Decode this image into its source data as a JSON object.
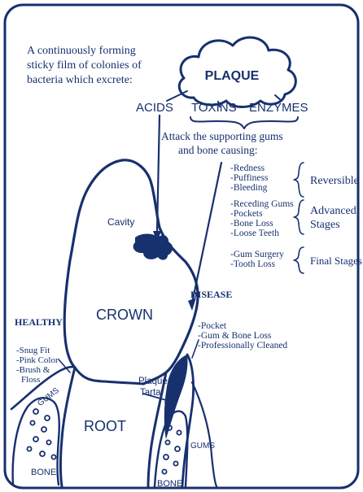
{
  "intro": {
    "line1": "A continuously forming",
    "line2": "sticky film of colonies of",
    "line3": "bacteria which excrete:"
  },
  "plaque": {
    "label": "PLAQUE"
  },
  "products": {
    "acids": "ACIDS",
    "toxins": "TOXINS",
    "enzymes": "ENZYMES"
  },
  "attack": {
    "line1": "Attack the supporting gums",
    "line2": "and bone causing:"
  },
  "reversible": {
    "items": [
      "-Redness",
      "-Puffiness",
      "-Bleeding"
    ],
    "stage": "Reversible"
  },
  "advanced": {
    "items": [
      "-Receding Gums",
      "-Pockets",
      "-Bone Loss",
      "-Loose Teeth"
    ],
    "stage_line1": "Advanced",
    "stage_line2": "Stages"
  },
  "final": {
    "items": [
      "-Gum Surgery",
      "-Tooth Loss"
    ],
    "stage": "Final Stages"
  },
  "labels": {
    "cavity": "Cavity",
    "crown": "CROWN",
    "root": "ROOT",
    "disease": "DISEASE",
    "healthy": "HEALTHY",
    "plaque_tartar_1": "Plaque &",
    "plaque_tartar_2": "Tartar",
    "gums_left": "GUMS",
    "gums_right": "GUMS",
    "bone_left": "BONE",
    "bone_right": "BONE"
  },
  "disease_notes": [
    "-Pocket",
    "-Gum & Bone Loss",
    "-Professionally Cleaned"
  ],
  "healthy_notes": [
    "-Snug Fit",
    "-Pink Color",
    "-Brush &",
    "Floss"
  ],
  "colors": {
    "ink": "#17306e",
    "background": "#ffffff"
  }
}
